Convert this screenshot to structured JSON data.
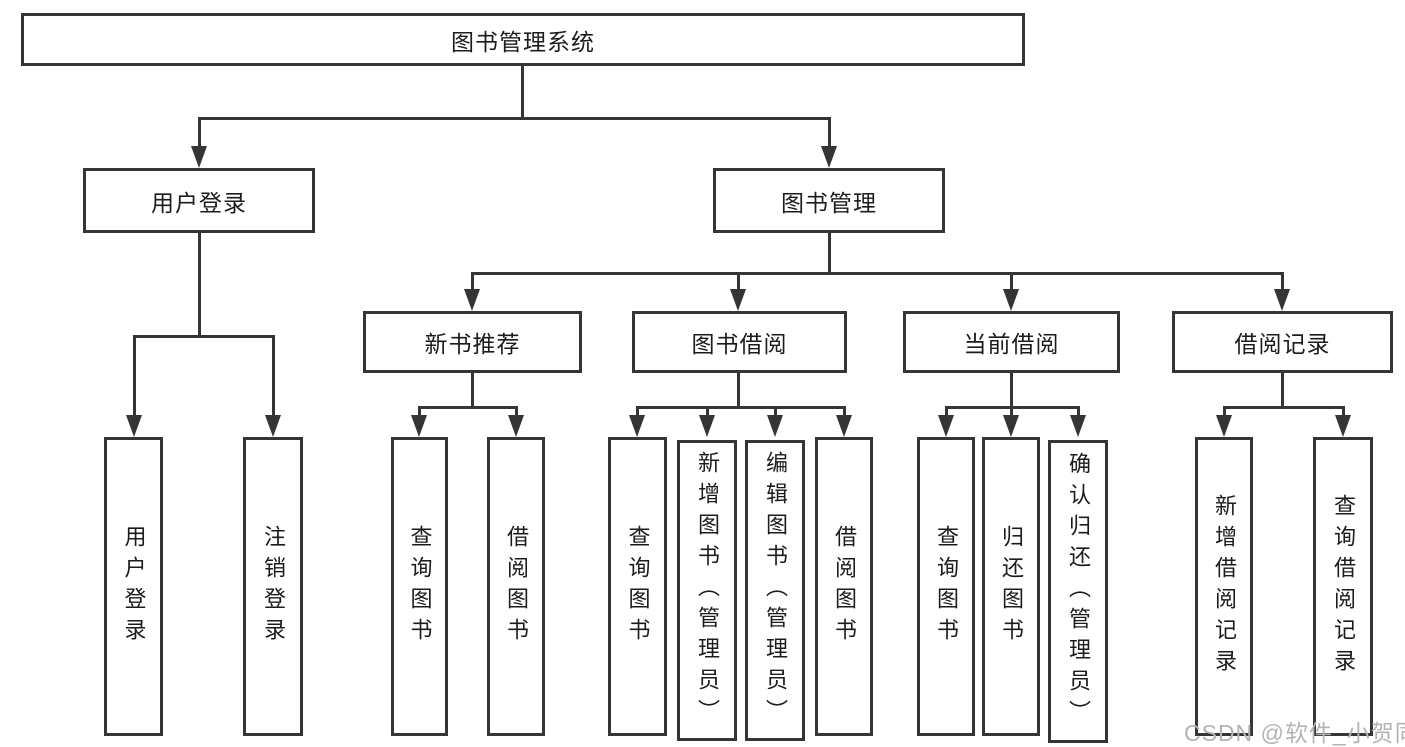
{
  "colors": {
    "line": "#353535",
    "box_border": "#353535",
    "text": "#1c1c1c",
    "background": "#ffffff",
    "watermark": "#b3b3b3"
  },
  "root": {
    "label": "图书管理系统"
  },
  "branches": [
    {
      "label": "用户登录",
      "leaves": [
        {
          "label": "用户登录"
        },
        {
          "label": "注销登录"
        }
      ]
    },
    {
      "label": "图书管理",
      "groups": [
        {
          "label": "新书推荐",
          "leaves": [
            {
              "label": "查询图书"
            },
            {
              "label": "借阅图书"
            }
          ]
        },
        {
          "label": "图书借阅",
          "leaves": [
            {
              "label": "查询图书"
            },
            {
              "label": "新增图书（管理员）"
            },
            {
              "label": "编辑图书（管理员）"
            },
            {
              "label": "借阅图书"
            }
          ]
        },
        {
          "label": "当前借阅",
          "leaves": [
            {
              "label": "查询图书"
            },
            {
              "label": "归还图书"
            },
            {
              "label": "确认归还（管理员）"
            }
          ]
        },
        {
          "label": "借阅记录",
          "leaves": [
            {
              "label": "新增借阅记录"
            },
            {
              "label": "查询借阅记录"
            }
          ]
        }
      ]
    }
  ],
  "watermark": "CSDN @软件_小贺同学"
}
